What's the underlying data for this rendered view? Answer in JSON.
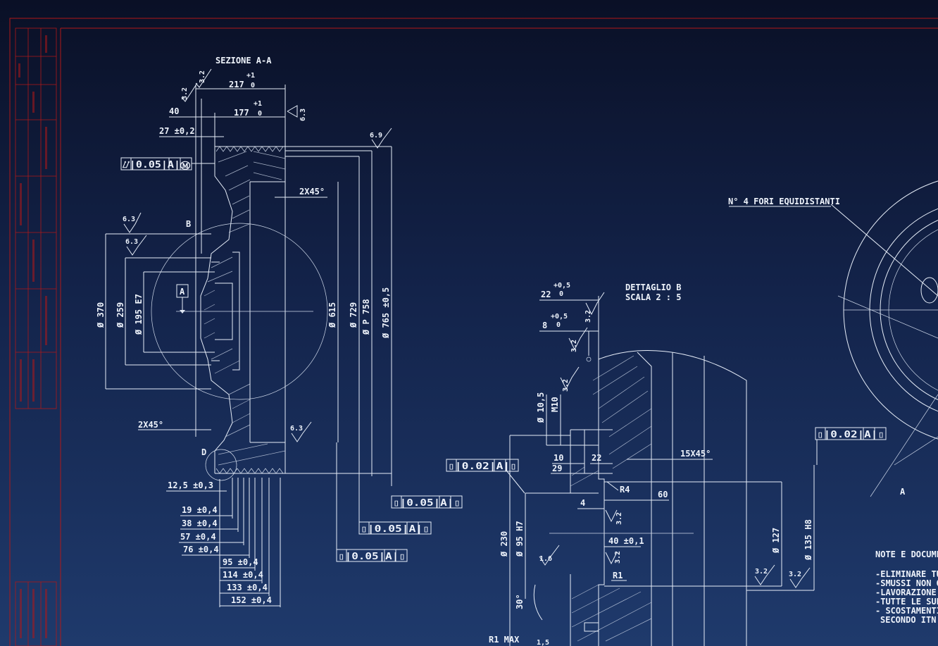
{
  "section_title": "SEZIONE A-A",
  "detail_title_1": "DETTAGLIO B",
  "detail_title_2": "SCALA 2 : 5",
  "holes_note": "N° 4 FORI EQUIDISTANTI",
  "datum_label": "A",
  "view_label_b": "B",
  "view_label_d": "D",
  "view_label_a_bottom": "A",
  "top_dims": {
    "d217": "217",
    "d217_tol_up": "+1",
    "d217_tol_lo": "0",
    "d177": "177",
    "d177_tol_up": "+1",
    "d177_tol_lo": "0",
    "d40": "40",
    "d27": "27 ±0,2"
  },
  "roughness": {
    "r1": "3.2",
    "r2": "3.2",
    "r3": "6.3",
    "r4": "6.9",
    "r5": "6.3",
    "r6": "6.3",
    "r7": "6.3",
    "r8": "3.2",
    "r9": "3.2",
    "r10": "3.2",
    "r11": "1.6",
    "r12": "3.2",
    "r13": "3.2",
    "r14": "3.2",
    "r15": "3.2"
  },
  "chamfers": {
    "c1": "2X45°",
    "c2": "2X45°",
    "c3": "15X45°"
  },
  "vertical_dims": {
    "d370": "Ø 370",
    "d259": "Ø 259",
    "d195": "Ø 195 E7",
    "d615": "Ø 615",
    "d729": "Ø 729",
    "d758": "Ø P 758",
    "d765": "Ø 765 ±0,5"
  },
  "bottom_dims": {
    "b12": "12,5 ±0,3",
    "b19": "19 ±0,4",
    "b38": "38 ±0,4",
    "b57": "57 ±0,4",
    "b76": "76 ±0,4",
    "b95": "95 ±0,4",
    "b114": "114 ±0,4",
    "b133": "133 ±0,4",
    "b152": "152 ±0,4"
  },
  "tolerance_frames": {
    "t1": "⌰|0.05|A|Ⓜ",
    "t2": "▯|0.05|A|▯",
    "t3": "▯|0.05|A|▯",
    "t4": "▯|0.05|A|▯",
    "t5": "▯|0.02|A|▯",
    "t6": "▯|0.02|A|▯"
  },
  "detail_dims": {
    "d22": "22",
    "d22_tol_up": "+0,5",
    "d22_tol_lo": "0",
    "d8": "8",
    "d8_tol_up": "+0,5",
    "d8_tol_lo": "0",
    "d10_5": "Ø 10,5",
    "m10": "M10",
    "d10": "10",
    "d29": "29",
    "d22b": "22",
    "r4": "R4",
    "d60": "60",
    "d4": "4",
    "d40": "40 ±0,1",
    "r1": "R1",
    "d230": "Ø 230",
    "d95": "Ø 95 H7",
    "d127": "Ø 127",
    "d135": "Ø 135 H8",
    "a30": "30°",
    "r1max": "R1 MAX",
    "d1_5": "1,5"
  },
  "notes": {
    "title": "NOTE E DOCUME",
    "lines": [
      "-ELIMINARE TU",
      "-SMUSSI NON Q",
      "-LAVORAZIONE",
      "-TUTTE LE SUP",
      "- SCOSTAMENTI",
      "SECONDO ITN"
    ]
  }
}
